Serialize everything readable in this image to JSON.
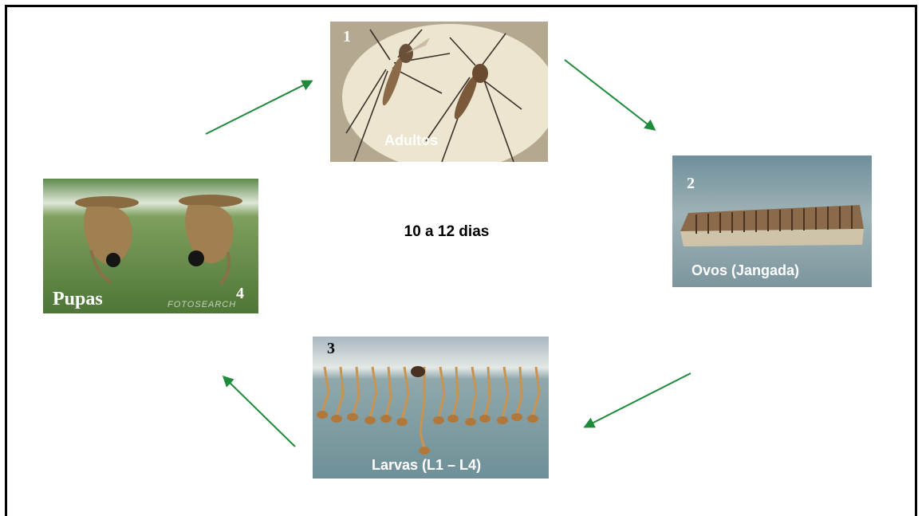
{
  "cycle_duration": "10 a 12 dias",
  "stages": [
    {
      "number": "1",
      "caption": "Adultos"
    },
    {
      "number": "2",
      "caption": "Ovos (Jangada)"
    },
    {
      "number": "3",
      "caption": "Larvas (L1 – L4)"
    },
    {
      "number": "4",
      "caption": "Pupas",
      "watermark": "FOTOSEARCH"
    }
  ],
  "colors": {
    "arrow": "#1e8a3a",
    "frame": "#000000"
  }
}
